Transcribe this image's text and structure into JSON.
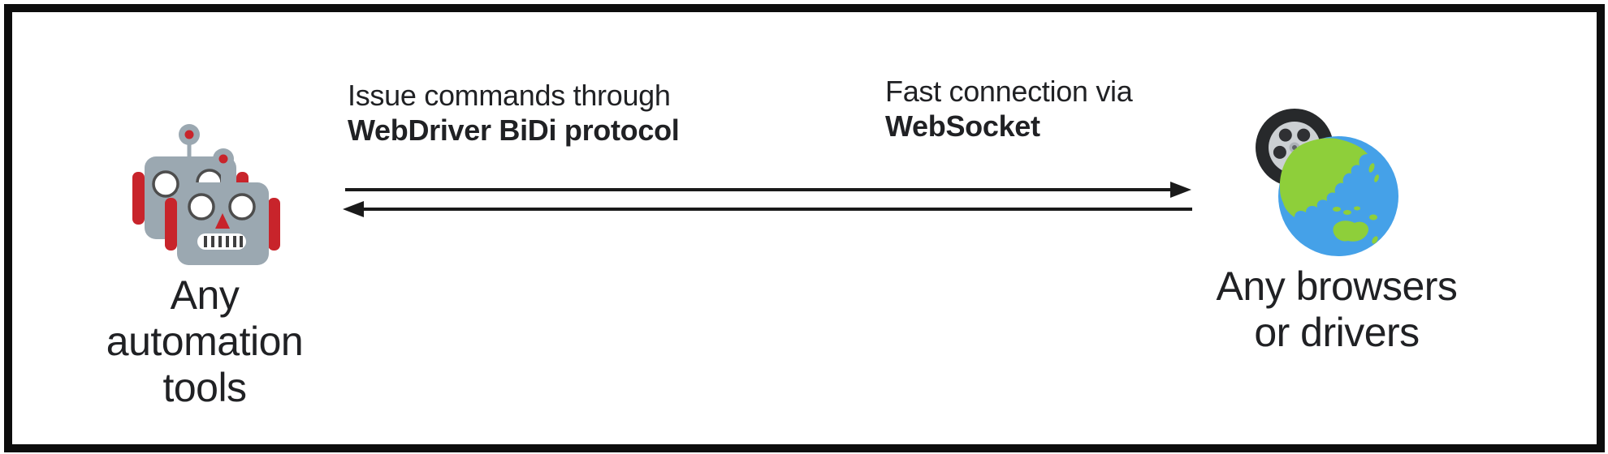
{
  "diagram": {
    "left_node": {
      "icon": "robots-icon",
      "caption_lines": [
        "Any",
        "automation",
        "tools"
      ]
    },
    "right_node": {
      "icon": "wheel-globe-icon",
      "caption_lines": [
        "Any browsers",
        "or drivers"
      ]
    },
    "request_label": {
      "regular": "Issue commands through",
      "bold": "WebDriver BiDi protocol"
    },
    "response_label": {
      "regular": "Fast connection via",
      "bold": "WebSocket"
    }
  },
  "colors": {
    "text": "#202124",
    "arrow": "#1a1a1a",
    "border": "#0d0d0d",
    "robot_gray": "#9ba8b1",
    "accent_red": "#c8242b",
    "globe_blue": "#45a1e8",
    "land_green": "#8ecf3a",
    "tire_dark": "#27292b",
    "rim_silver": "#ccd0d3"
  }
}
